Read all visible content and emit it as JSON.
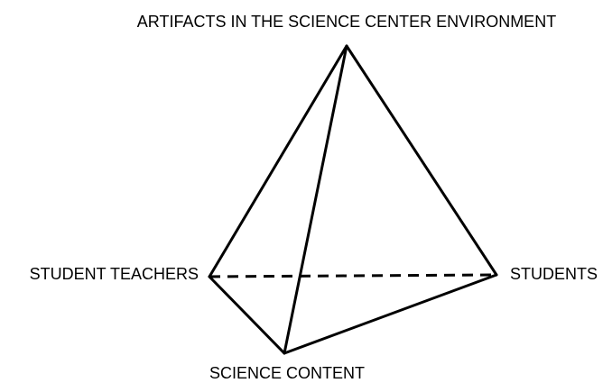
{
  "diagram": {
    "labels": {
      "top": "ARTIFACTS IN THE SCIENCE CENTER ENVIRONMENT",
      "left": "STUDENT TEACHERS",
      "right": "STUDENTS",
      "bottom": "SCIENCE CONTENT"
    },
    "colors": {
      "line": "#000000",
      "text": "#000000",
      "background": "#ffffff"
    }
  }
}
